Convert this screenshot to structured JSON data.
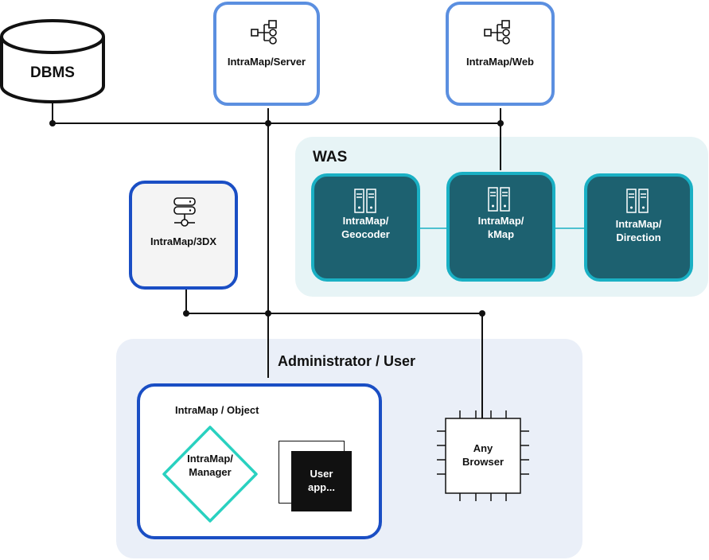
{
  "dbms": {
    "label": "DBMS"
  },
  "server": {
    "label": "IntraMap/Server",
    "icon": "hierarchy-icon"
  },
  "web": {
    "label": "IntraMap/Web",
    "icon": "hierarchy-icon"
  },
  "was": {
    "title": "WAS",
    "nodes": [
      {
        "line1": "IntraMap/",
        "line2": "Geocoder",
        "icon": "server-rack-icon"
      },
      {
        "line1": "IntraMap/",
        "line2": "kMap",
        "icon": "server-rack-icon"
      },
      {
        "line1": "IntraMap/",
        "line2": "Direction",
        "icon": "server-rack-icon"
      }
    ]
  },
  "threedx": {
    "label": "IntraMap/3DX",
    "icon": "network-server-icon"
  },
  "admin": {
    "title": "Administrator / User",
    "object_title": "IntraMap / Object",
    "manager": {
      "line1": "IntraMap/",
      "line2": "Manager"
    },
    "userapp": {
      "line1": "User",
      "line2": "app..."
    },
    "browser": {
      "line1": "Any",
      "line2": "Browser",
      "icon": "chip-icon"
    }
  },
  "colors": {
    "blue_light": "#5b8fe0",
    "blue_dark": "#1a4ec4",
    "teal_dark": "#1d6170",
    "teal_border": "#1ab0c4",
    "was_bg": "#e7f4f6",
    "admin_bg": "#eaeff8",
    "manager_teal": "#29d1c0"
  }
}
